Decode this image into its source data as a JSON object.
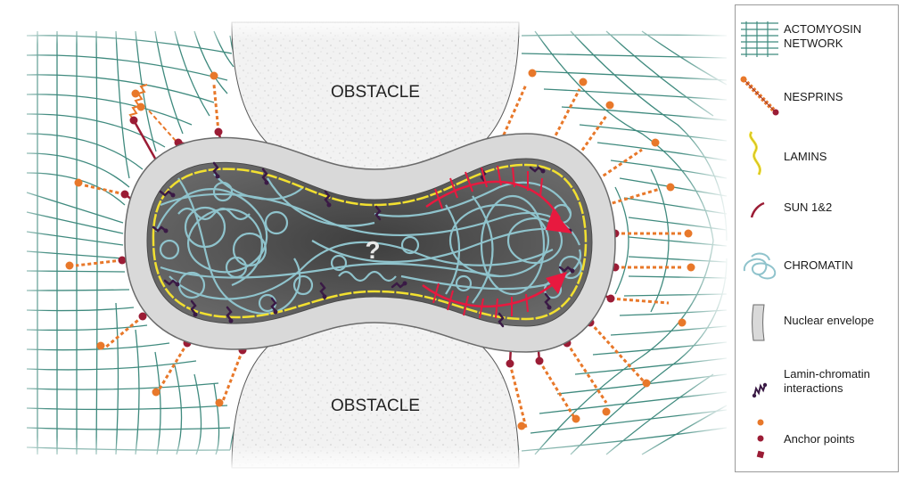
{
  "diagram": {
    "obstacle_top_label": "OBSTACLE",
    "obstacle_bottom_label": "OBSTACLE",
    "center_marker": "?",
    "colors": {
      "actomyosin": "#3f8a7e",
      "nesprin": "#e8782a",
      "nesprin_dark": "#a0362a",
      "lamin": "#f2e030",
      "sun": "#9b1c35",
      "chromatin": "#8fc3cc",
      "envelope_fill": "#d9d9d9",
      "envelope_stroke": "#6b6b6b",
      "nucleoplasm": "#5e5e5e",
      "interaction": "#3a1a45",
      "force_arrow": "#e8193f",
      "obstacle_fill": "#f1f1f1",
      "anchor_orange": "#e8782a",
      "anchor_red": "#9b1c35"
    }
  },
  "legend": {
    "items": [
      {
        "icon": "actomyosin-network-icon",
        "label": "ACTOMYOSIN\nNETWORK"
      },
      {
        "icon": "nesprin-spring-icon",
        "label": "NESPRINS"
      },
      {
        "icon": "lamin-wave-icon",
        "label": "LAMINS"
      },
      {
        "icon": "sun-protein-icon",
        "label": "SUN 1&2"
      },
      {
        "icon": "chromatin-coil-icon",
        "label": "CHROMATIN"
      },
      {
        "icon": "nuclear-envelope-icon",
        "label": "Nuclear envelope"
      },
      {
        "icon": "lamin-chromatin-interaction-icon",
        "label": "Lamin-chromatin\ninteractions"
      },
      {
        "icon": "anchor-points-icon",
        "label": "Anchor points"
      }
    ]
  }
}
